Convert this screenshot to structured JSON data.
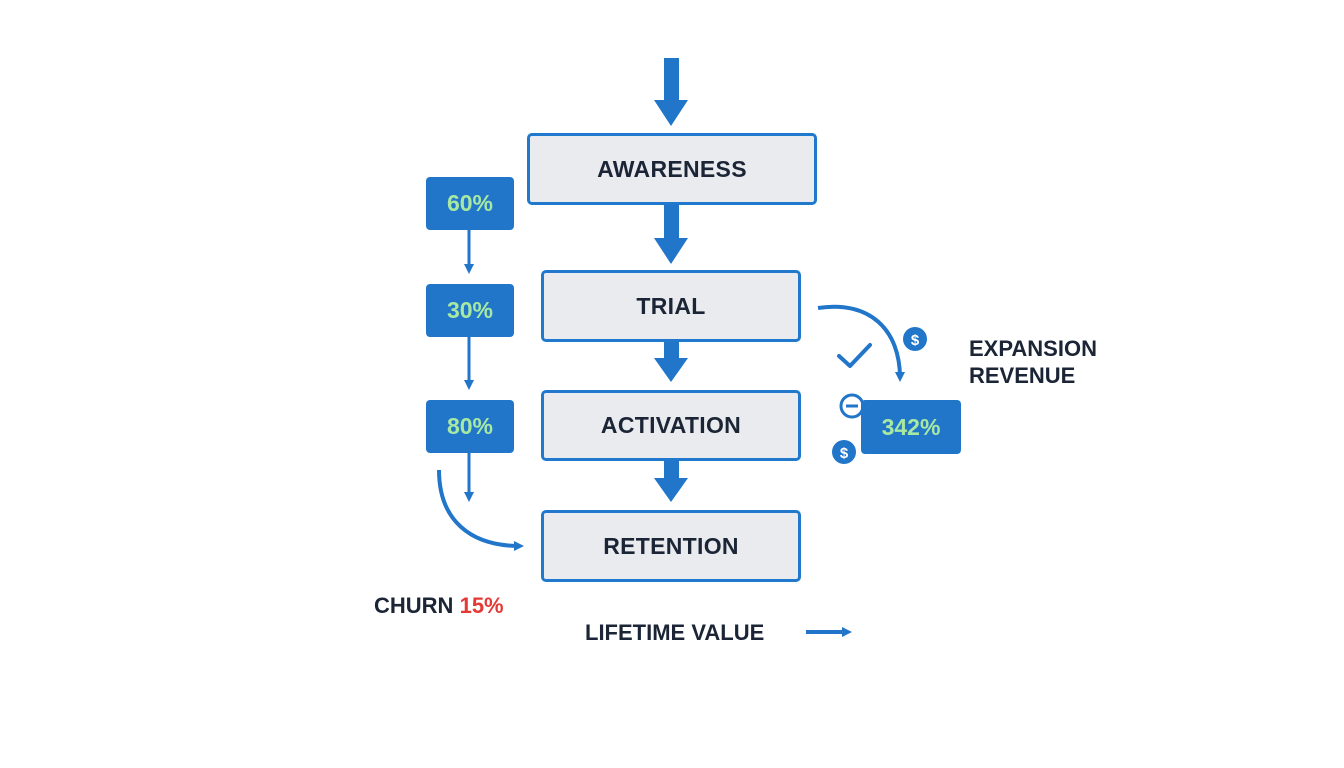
{
  "stages": [
    "AWARENESS",
    "TRIAL",
    "ACTIVATION",
    "RETENTION"
  ],
  "conversion_rates": [
    "60%",
    "30%",
    "80%"
  ],
  "expansion": {
    "value": "342%",
    "label_line1": "EXPANSION",
    "label_line2": "REVENUE"
  },
  "churn": {
    "label": "CHURN",
    "value": "15%"
  },
  "lifetime_value": "LIFETIME VALUE",
  "icons": [
    "check-icon",
    "dollar-icon",
    "minus-coin-icon",
    "dollar-icon"
  ],
  "colors": {
    "accent_blue": "#2176c9",
    "stage_fill": "#e9ebef",
    "rate_text": "#a7e8a3",
    "churn_red": "#e53935",
    "text_dark": "#1b2536"
  }
}
